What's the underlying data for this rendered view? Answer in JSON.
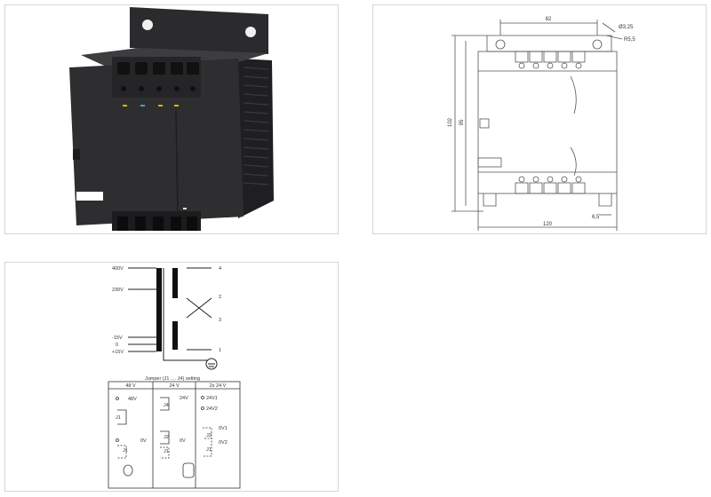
{
  "product_image": {
    "description_icon": "power-supply-unit"
  },
  "dimension_drawing": {
    "dim_top": "82",
    "dim_hole": "Ø3,25",
    "dim_radius": "R5,5",
    "dim_height_outer": "102",
    "dim_height_inner": "95",
    "dim_width": "120",
    "dim_small": "6,5"
  },
  "wiring_diagram": {
    "left_400": "400V",
    "left_230": "230V",
    "left_m15": "-15V",
    "left_0": "0",
    "left_p15": "+15V",
    "right_4": "4",
    "right_2": "2",
    "right_3": "3",
    "right_1": "1",
    "jumper_title": "Jumper (J1 .... J4) setting",
    "col1_header": "48 V",
    "col2_header": "24 V",
    "col3_header": "2x 24 V",
    "col1_top": "48V",
    "col1_mid_j": "J1",
    "col1_0v": "0V",
    "col1_bot_j": "J1",
    "col2_top_j": "J4",
    "col2_top": "24V",
    "col2_mid_j": "J2",
    "col2_0v": "0V",
    "col2_bot_j": "J1",
    "col3_a": "24V1",
    "col3_b": "24V2",
    "col3_0v1": "0V1",
    "col3_j2": "J2",
    "col3_0v2": "0V2",
    "col3_j1": "J1"
  }
}
